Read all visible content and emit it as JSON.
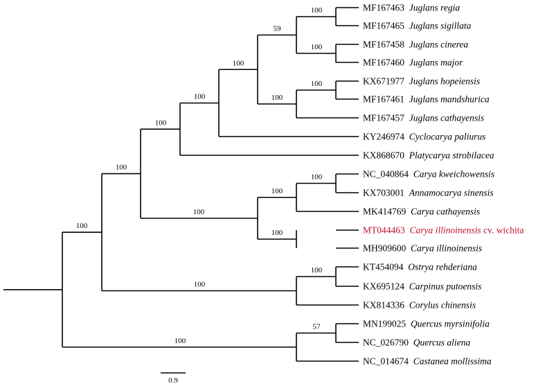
{
  "tree": {
    "taxa": [
      {
        "accession": "MF167463",
        "species": "Juglans regia",
        "suffix": ""
      },
      {
        "accession": "MF167465",
        "species": "Juglans sigillata",
        "suffix": ""
      },
      {
        "accession": "MF167458",
        "species": "Juglans cinerea",
        "suffix": ""
      },
      {
        "accession": "MF167460",
        "species": "Juglans major",
        "suffix": ""
      },
      {
        "accession": "KX671977",
        "species": "Juglans hopeiensis",
        "suffix": ""
      },
      {
        "accession": "MF167461",
        "species": "Juglans mandshurica",
        "suffix": ""
      },
      {
        "accession": "MF167457",
        "species": "Juglans cathayensis",
        "suffix": ""
      },
      {
        "accession": "KY246974",
        "species": "Cyclocarya paliurus",
        "suffix": ""
      },
      {
        "accession": "KX868670",
        "species": "Platycarya strobilacea",
        "suffix": ""
      },
      {
        "accession": "NC_040864",
        "species": "Carya kweichowensis",
        "suffix": ""
      },
      {
        "accession": "KX703001",
        "species": "Annamocarya sinensis",
        "suffix": ""
      },
      {
        "accession": "MK414769",
        "species": "Carya cathayensis",
        "suffix": ""
      },
      {
        "accession": "MT044463",
        "species": "Carya illinoinensis",
        "suffix": "cv. wichita",
        "highlight": true
      },
      {
        "accession": "MH909600",
        "species": "Carya illinoinensis",
        "suffix": ""
      },
      {
        "accession": "KT454094",
        "species": "Ostrya rehderiana",
        "suffix": ""
      },
      {
        "accession": "KX695124",
        "species": "Carpinus putoensis",
        "suffix": ""
      },
      {
        "accession": "KX814336",
        "species": "Corylus chinensis",
        "suffix": ""
      },
      {
        "accession": "MN199025",
        "species": "Quercus myrsinifolia",
        "suffix": ""
      },
      {
        "accession": "NC_026790",
        "species": "Quercus aliena",
        "suffix": ""
      },
      {
        "accession": "NC_014674",
        "species": "Castanea mollissima",
        "suffix": ""
      }
    ],
    "support_values": [
      "100",
      "59",
      "100",
      "100",
      "100",
      "100",
      "100",
      "100",
      "100",
      "100",
      "100",
      "100",
      "100",
      "100",
      "57",
      "100"
    ],
    "scale_bar_label": "0.9",
    "highlight_color": "#c0102c"
  }
}
